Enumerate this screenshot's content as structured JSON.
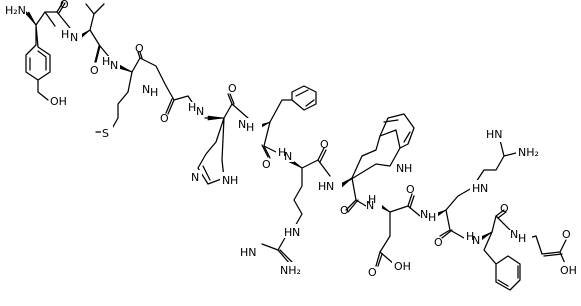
{
  "molecule": {
    "atom_labels": {
      "tyr_amine": "H₂N",
      "tyr_hydroxyl": "OH",
      "amide_nh_1": "H",
      "amide_nh_2": "H",
      "amide_nh_3": "H",
      "amide_nh_4": "H",
      "amide_nh_5": "H",
      "amide_nh_6": "H",
      "amide_nh_7": "H",
      "amide_nh_8": "H",
      "amide_nh_9": "H",
      "amide_nh_10": "H",
      "amide_nh_11": "H",
      "amide_n_1": "N",
      "amide_n_2": "N",
      "amide_n_3": "N",
      "amide_n_4": "N",
      "amide_n_5": "N",
      "amide_n_6": "N",
      "amide_n_7": "N",
      "amide_n_8": "N",
      "amide_n_9": "N",
      "amide_n_10": "N",
      "amide_n_11": "N",
      "met_sulfur": "S",
      "his_n_ring": "N",
      "his_nh": "N",
      "his_h": "H",
      "trp_nh": "N",
      "trp_h": "H",
      "arg1_nh": "N",
      "arg1_h": "H",
      "arg1_imine": "HN",
      "arg1_amine": "NH₂",
      "arg2_nh": "N",
      "arg2_h": "H",
      "arg2_imine": "HN",
      "arg2_amine": "NH₂",
      "asp_oh": "OH",
      "gly_oh": "OH",
      "carbonyl_o": "O"
    }
  }
}
